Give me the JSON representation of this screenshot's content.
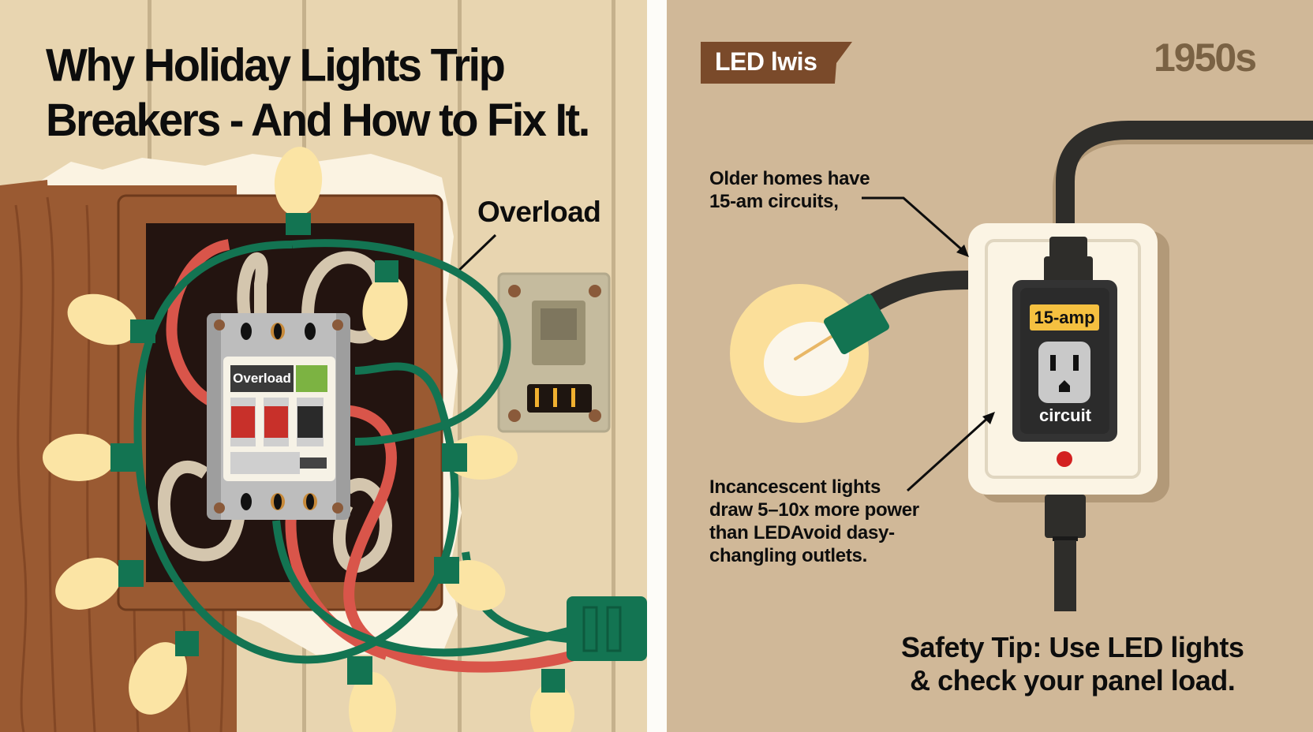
{
  "left_panel": {
    "title_lines": [
      "Why Holiday Lights Trip",
      "Breakers - And How to Fix It."
    ],
    "callout_label": "Overload",
    "breaker": {
      "label": "Overload",
      "switch_colors": [
        "#c8302a",
        "#c8302a",
        "#2a2a2a"
      ],
      "indicator_color": "#7cb342"
    },
    "icons": [
      "breaker-panel-icon",
      "string-lights-icon",
      "light-bulb-icon",
      "wall-switch-icon",
      "plug-icon"
    ]
  },
  "right_panel": {
    "tag_label": "LED lwis",
    "era_label": "1950s",
    "note_older_lines": [
      "Older homes have",
      "15-am circuits,"
    ],
    "note_incandescent_lines": [
      "Incancescent lights",
      "draw 5–10x more power",
      "than LEDAvoid dasy-",
      "changling outlets."
    ],
    "outlet": {
      "rating_label": "15-amp",
      "bottom_label": "circuit"
    },
    "safety_tip_lines": [
      "Safety Tip: Use LED lights",
      "& check your panel load."
    ]
  },
  "colors": {
    "left_background": "#e8d5b0",
    "right_background": "#d0b898",
    "wood": "#9a5a32",
    "cord_green": "#137452",
    "wire_red": "#d9554a",
    "bulb_glow": "#fbe4a4",
    "tag_brown": "#7a4a2a",
    "era_brown": "#7a6244",
    "outlet_plate": "#fbf4e4",
    "outlet_body": "#333333",
    "label_yellow": "#f5c040"
  }
}
